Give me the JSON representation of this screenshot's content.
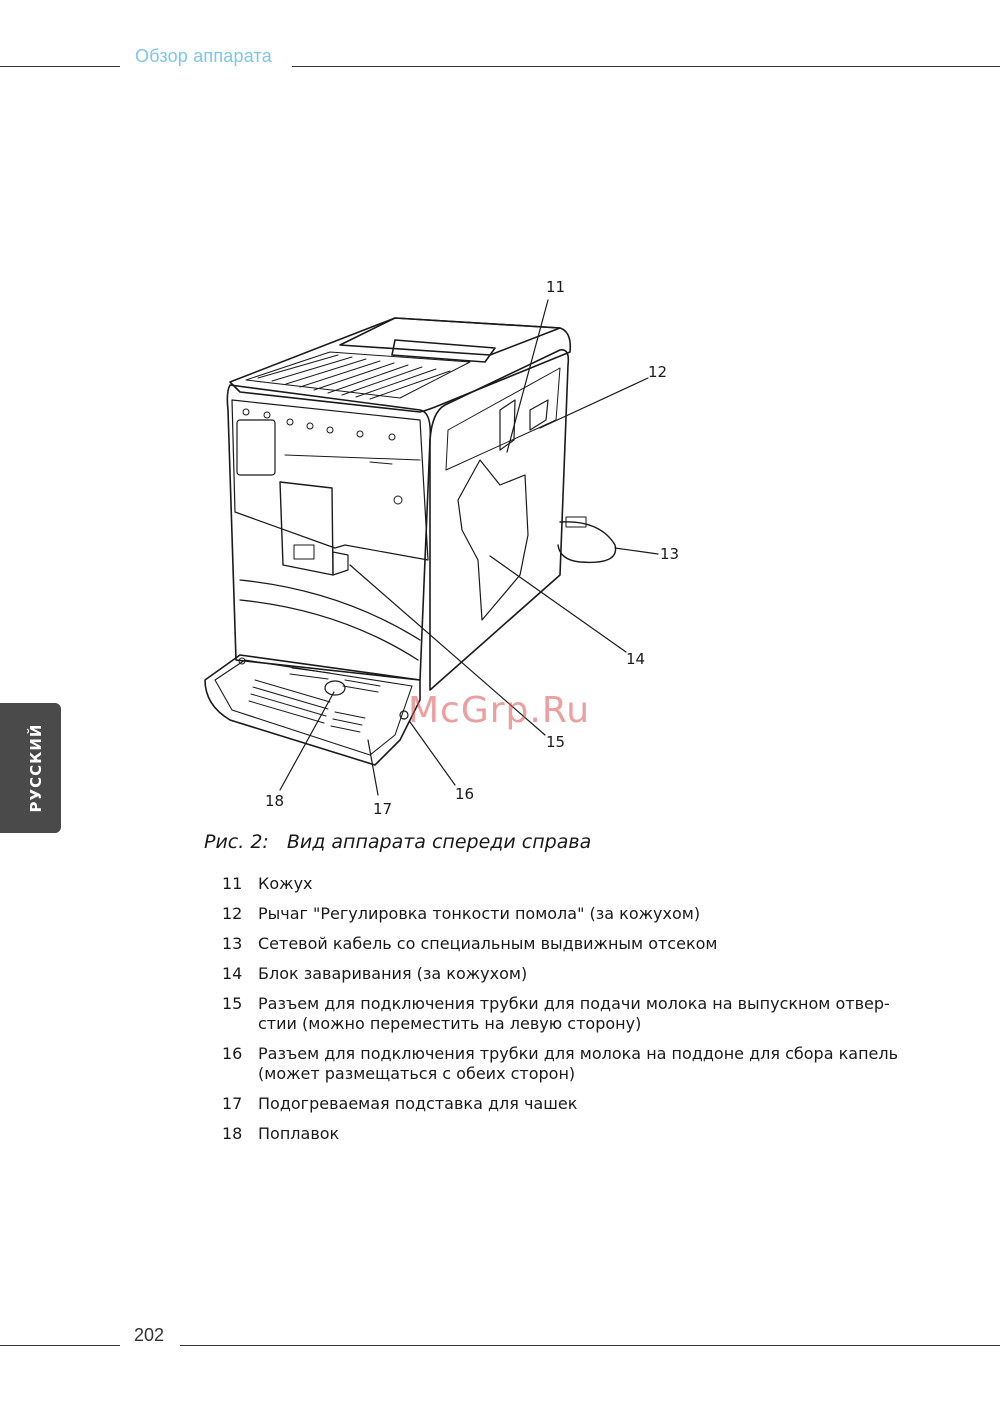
{
  "header": {
    "title": "Обзор аппарата"
  },
  "side_tab": {
    "label": "РУССКИЙ"
  },
  "figure": {
    "callouts": [
      "11",
      "12",
      "13",
      "14",
      "15",
      "16",
      "17",
      "18"
    ],
    "caption_label": "Рис. 2:",
    "caption_text": "Вид аппарата спереди справа"
  },
  "legend": [
    {
      "num": "11",
      "text": "Кожух"
    },
    {
      "num": "12",
      "text": "Рычаг \"Регулировка тонкости помола\" (за кожухом)"
    },
    {
      "num": "13",
      "text": "Сетевой кабель со специальным выдвижным отсеком"
    },
    {
      "num": "14",
      "text": "Блок заваривания (за кожухом)"
    },
    {
      "num": "15",
      "text": "Разъем для подключения трубки для подачи молока на выпускном отвер-стии (можно переместить на левую сторону)"
    },
    {
      "num": "16",
      "text": "Разъем для подключения трубки для молока на поддоне для сбора капель (может размещаться с обеих сторон)"
    },
    {
      "num": "17",
      "text": "Подогреваемая подставка для чашек"
    },
    {
      "num": "18",
      "text": "Поплавок"
    }
  ],
  "watermark": "McGrp.Ru",
  "footer": {
    "page_number": "202"
  }
}
